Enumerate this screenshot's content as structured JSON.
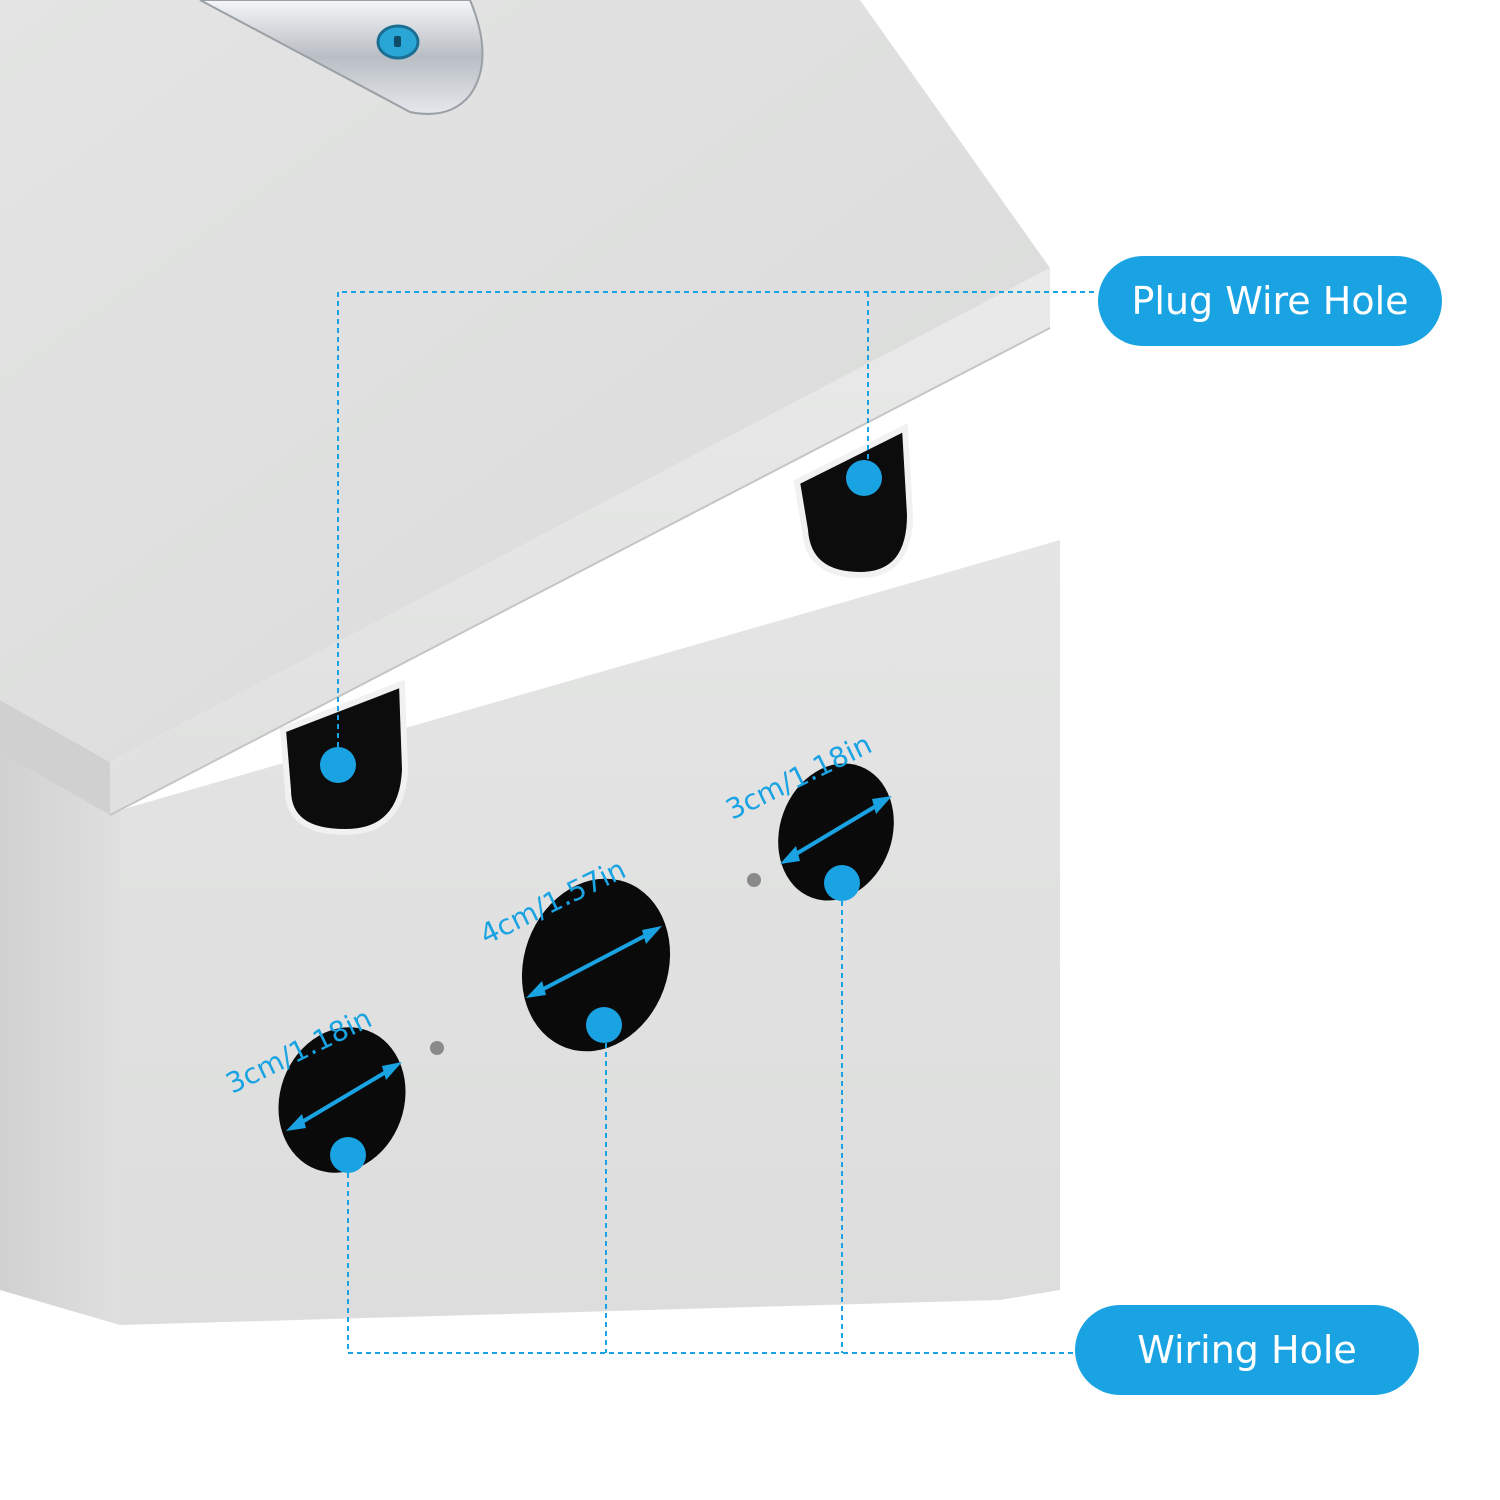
{
  "callouts": {
    "plug_wire_hole": "Plug Wire Hole",
    "wiring_hole": "Wiring Hole"
  },
  "dimensions": {
    "left_hole": "3cm/1.18in",
    "middle_hole": "4cm/1.57in",
    "right_hole": "3cm/1.18in"
  },
  "colors": {
    "accent": "#1aa3e3",
    "box": "#e6e7e6",
    "hole": "#0b0b0b"
  }
}
